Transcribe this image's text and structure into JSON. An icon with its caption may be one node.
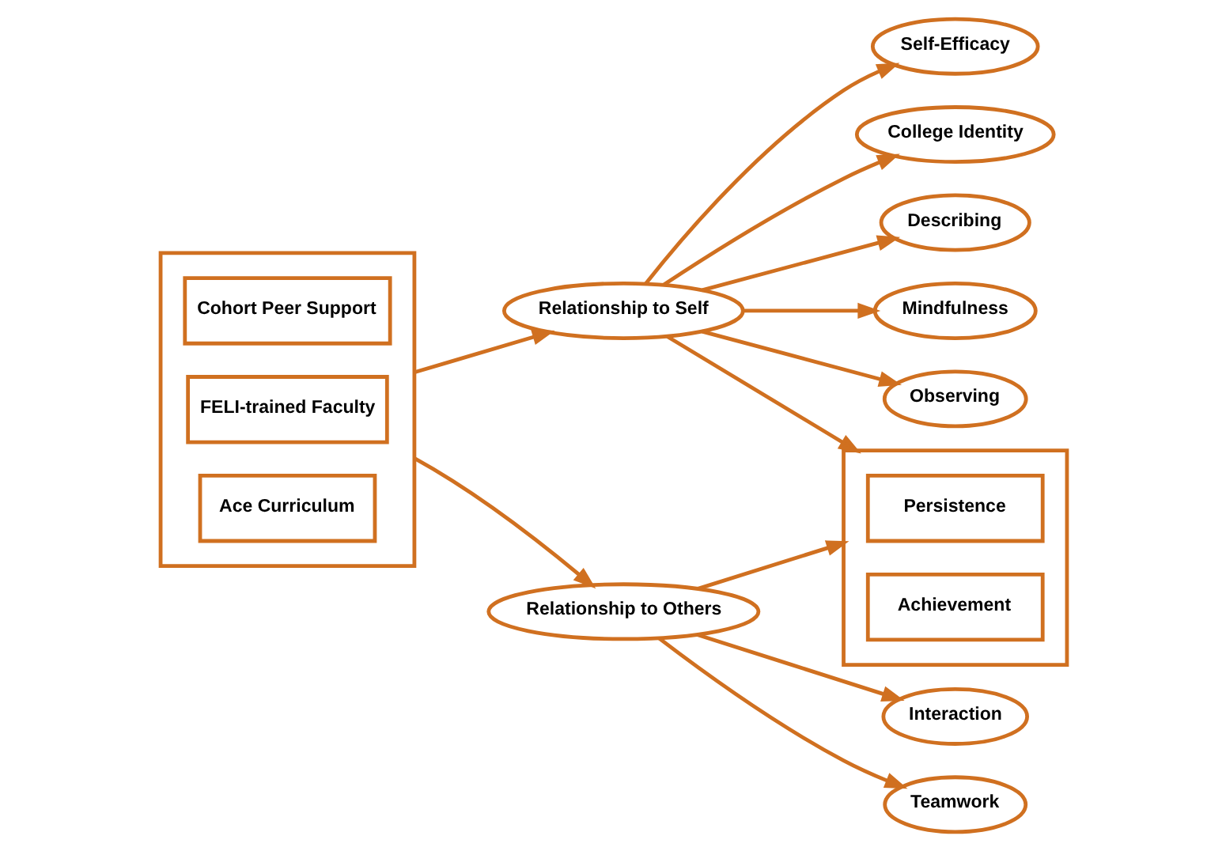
{
  "diagram": {
    "nodes": [
      {
        "text": [],
        "shape": "box"
      },
      {
        "text": [
          "Ace Curriculum"
        ],
        "in": 0
      },
      {
        "text": [
          "FELI-trained Faculty"
        ],
        "in": 0
      },
      {
        "text": [
          "Cohort Peer Support"
        ],
        "in": 0
      },
      {
        "text": [
          "Self-Efficacy"
        ]
      },
      {
        "text": [
          "College Identity"
        ]
      },
      {
        "text": [
          "Describing"
        ]
      },
      {
        "text": [
          "Mindfulness"
        ]
      },
      {
        "text": [
          "Observing"
        ]
      },
      {
        "text": [
          "Relationship to Self"
        ]
      },
      {
        "text": [
          "Relationship to Others"
        ]
      },
      {
        "text": [],
        "shape": "box"
      },
      {
        "text": [
          "Achievement"
        ],
        "in": 11
      },
      {
        "text": [
          "Persistence"
        ],
        "in": 11
      },
      {
        "text": [
          "Interaction"
        ]
      },
      {
        "text": [
          "Teamwork"
        ]
      }
    ],
    "edges": [
      {
        "from": 0,
        "to": 9,
        "arrow": "to"
      },
      {
        "from": 0,
        "to": 10,
        "arrow": "to"
      },
      {
        "from": 9,
        "to": 4,
        "arrow": "to"
      },
      {
        "from": 9,
        "to": 5,
        "arrow": "to"
      },
      {
        "from": 9,
        "to": 6,
        "arrow": "to"
      },
      {
        "from": 9,
        "to": 7,
        "arrow": "to"
      },
      {
        "from": 9,
        "to": 8,
        "arrow": "to"
      },
      {
        "from": 9,
        "to": 11,
        "arrow": "to"
      },
      {
        "from": 10,
        "to": 11,
        "arrow": "to"
      },
      {
        "from": 10,
        "to": 14,
        "arrow": "to"
      },
      {
        "from": 10,
        "to": 15,
        "arrow": "to"
      }
    ]
  }
}
